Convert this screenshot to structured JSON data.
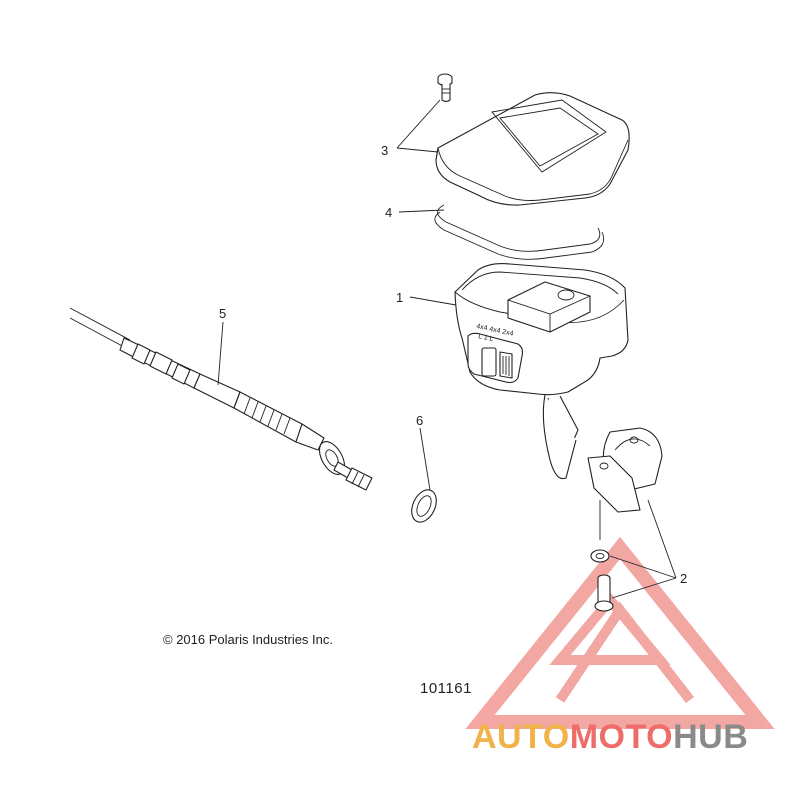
{
  "callouts": {
    "c1": "1",
    "c2": "2",
    "c3": "3",
    "c4": "4",
    "c5": "5",
    "c6": "6"
  },
  "switch_markings": {
    "line1": "4x4 4x4 2x4",
    "line2": "L  1  L"
  },
  "copyright": "© 2016 Polaris Industries Inc.",
  "diagram_id": "101161",
  "watermark": {
    "part1": "AUTO",
    "part2": "MOTO",
    "part3": "HUB",
    "colors": {
      "auto": "#f2b24a",
      "moto": "#ee6d6a",
      "hub": "#8a8a8a",
      "triangle": "#f08a84"
    }
  }
}
